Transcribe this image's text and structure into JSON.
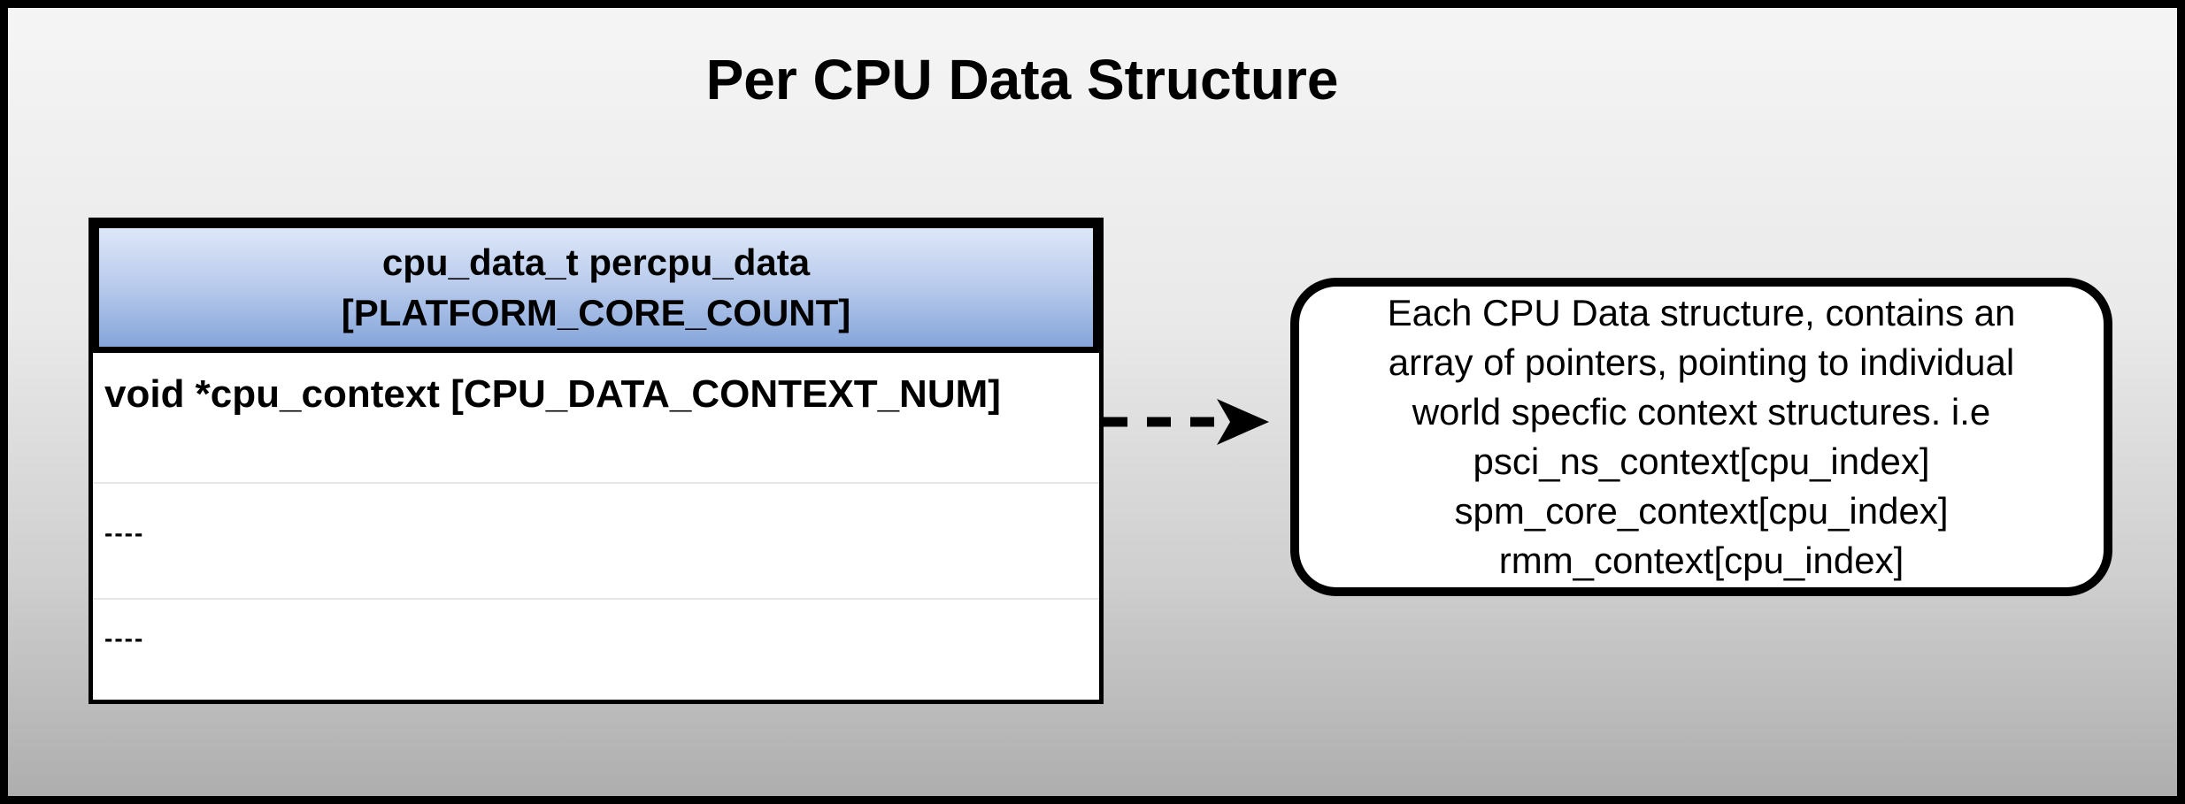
{
  "title": "Per CPU Data Structure",
  "table": {
    "header": {
      "line1": "cpu_data_t percpu_data",
      "line2": "[PLATFORM_CORE_COUNT]"
    },
    "rows": [
      {
        "text": "void *cpu_context [CPU_DATA_CONTEXT_NUM]"
      },
      {
        "text": "----"
      },
      {
        "text": "----"
      }
    ]
  },
  "arrow": {
    "icon": "dashed-right-arrow"
  },
  "callout": {
    "lines": [
      "Each CPU Data structure, contains an",
      "array of pointers, pointing to individual",
      "world specfic context structures. i.e",
      "psci_ns_context[cpu_index]",
      "spm_core_context[cpu_index]",
      "rmm_context[cpu_index]"
    ]
  },
  "colors": {
    "frame_border": "#000000",
    "background_top": "#f5f5f5",
    "background_bottom": "#aeaeae",
    "header_gradient_top": "#dde7f8",
    "header_gradient_bottom": "#85a5da",
    "box_fill": "#ffffff",
    "text": "#000000",
    "row_divider": "#e6e6e6"
  }
}
